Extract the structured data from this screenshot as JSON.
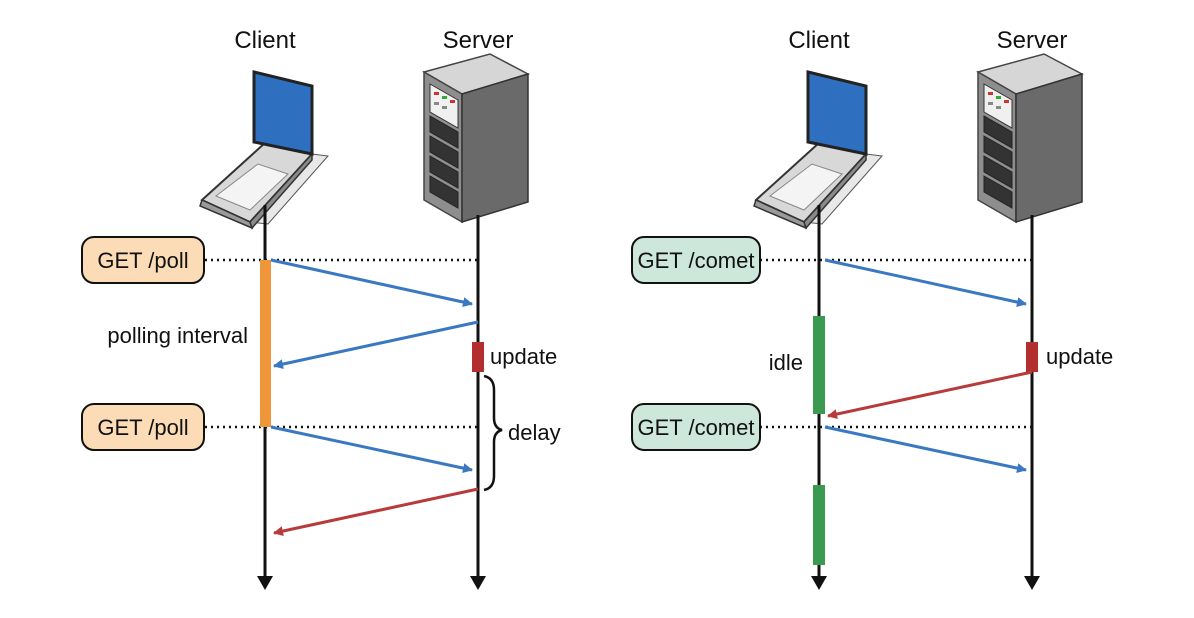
{
  "polling": {
    "client_label": "Client",
    "server_label": "Server",
    "request_1": "GET /poll",
    "request_2": "GET /poll",
    "interval_label": "polling interval",
    "update_label": "update",
    "delay_label": "delay"
  },
  "comet": {
    "client_label": "Client",
    "server_label": "Server",
    "request_1": "GET /comet",
    "request_2": "GET /comet",
    "idle_label": "idle",
    "update_label": "update"
  },
  "colors": {
    "request_arrow": "#3a78c2",
    "response_arrow": "#b83a3a",
    "poll_box_fill": "#fbdcb7",
    "comet_box_fill": "#cde7da",
    "interval_bar": "#f0963a",
    "idle_bar": "#3a9a4f",
    "update_marker": "#b32f2f",
    "screen_blue": "#2e6fc0"
  },
  "icons": {
    "client": "laptop-icon",
    "server": "server-tower-icon"
  }
}
